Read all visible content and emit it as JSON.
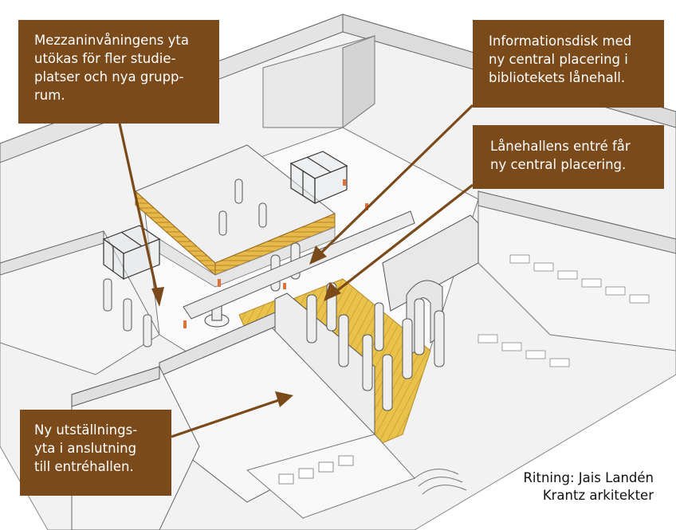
{
  "callouts": {
    "mezzanine": [
      "Mezzaninvåningens yta",
      "utökas för fler studie-",
      "platser och nya grupp-",
      "rum."
    ],
    "info_desk": [
      "Informationsdisk med",
      "ny central placering i",
      "bibliotekets lånehall."
    ],
    "entrance": [
      "Lånehallens entré får",
      "ny central placering."
    ],
    "exhibition": [
      "Ny utställnings-",
      "yta i anslutning",
      "till entréhallen."
    ]
  },
  "credit": {
    "line1": "Ritning: Jais Landén",
    "line2": "Krantz arkitekter"
  },
  "colors": {
    "callout_bg": "#7a4a1a",
    "arrow": "#7a4a1a",
    "highlight_floor": "#e8c24a",
    "wall": "#efefef",
    "floor": "#f7f7f7",
    "outline": "#555555",
    "person": "#e0703a"
  }
}
